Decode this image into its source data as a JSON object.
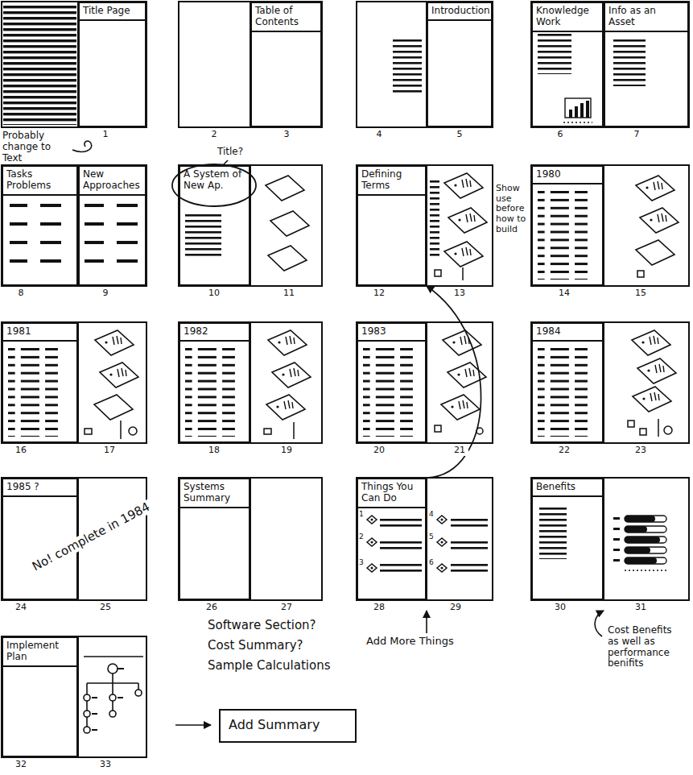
{
  "diagram": {
    "nodes": [
      {
        "text": [
          "Title Page"
        ]
      },
      {
        "text": [
          "Table of Contents"
        ]
      },
      {
        "text": [
          "Introduction"
        ]
      },
      {
        "text": [
          "Knowledge Work"
        ]
      },
      {
        "text": [
          "Info as an Asset"
        ]
      },
      {
        "text": [
          "Tasks Problems"
        ]
      },
      {
        "text": [
          "New Approaches"
        ]
      },
      {
        "text": [
          "A System of New Ap."
        ]
      },
      {
        "text": [
          "Defining Terms"
        ]
      },
      {
        "text": [
          "1980"
        ]
      },
      {
        "text": [
          "1981"
        ]
      },
      {
        "text": [
          "1982"
        ]
      },
      {
        "text": [
          "1983"
        ]
      },
      {
        "text": [
          "1984"
        ]
      },
      {
        "text": [
          "1985 ?"
        ]
      },
      {
        "text": [
          "Systems Summary"
        ]
      },
      {
        "text": [
          "Things You Can Do"
        ]
      },
      {
        "text": [
          "Benefits"
        ]
      },
      {
        "text": [
          "Implement Plan"
        ]
      },
      {
        "text": [
          "Add Summary"
        ]
      }
    ],
    "edges": [
      {
        "from": 16,
        "to": 8,
        "arrow": "to"
      }
    ],
    "labels": [
      "Probably change to Text",
      "Title?",
      "Show use before how to build",
      "1",
      "2",
      "3",
      "4",
      "5",
      "6",
      "7",
      "8",
      "9",
      "10",
      "11",
      "12",
      "13",
      "14",
      "15",
      "16",
      "17",
      "18",
      "19",
      "20",
      "21",
      "22",
      "23",
      "24",
      "25",
      "26",
      "27",
      "28",
      "29",
      "30",
      "31",
      "32",
      "33",
      "No! complete in 1984",
      "1",
      "2",
      "3",
      "4",
      "5",
      "6",
      "Add More Things",
      "Cost Benefits as well as performance benifits",
      "Software Section?",
      "Cost Summary?",
      "Sample Calculations"
    ]
  }
}
